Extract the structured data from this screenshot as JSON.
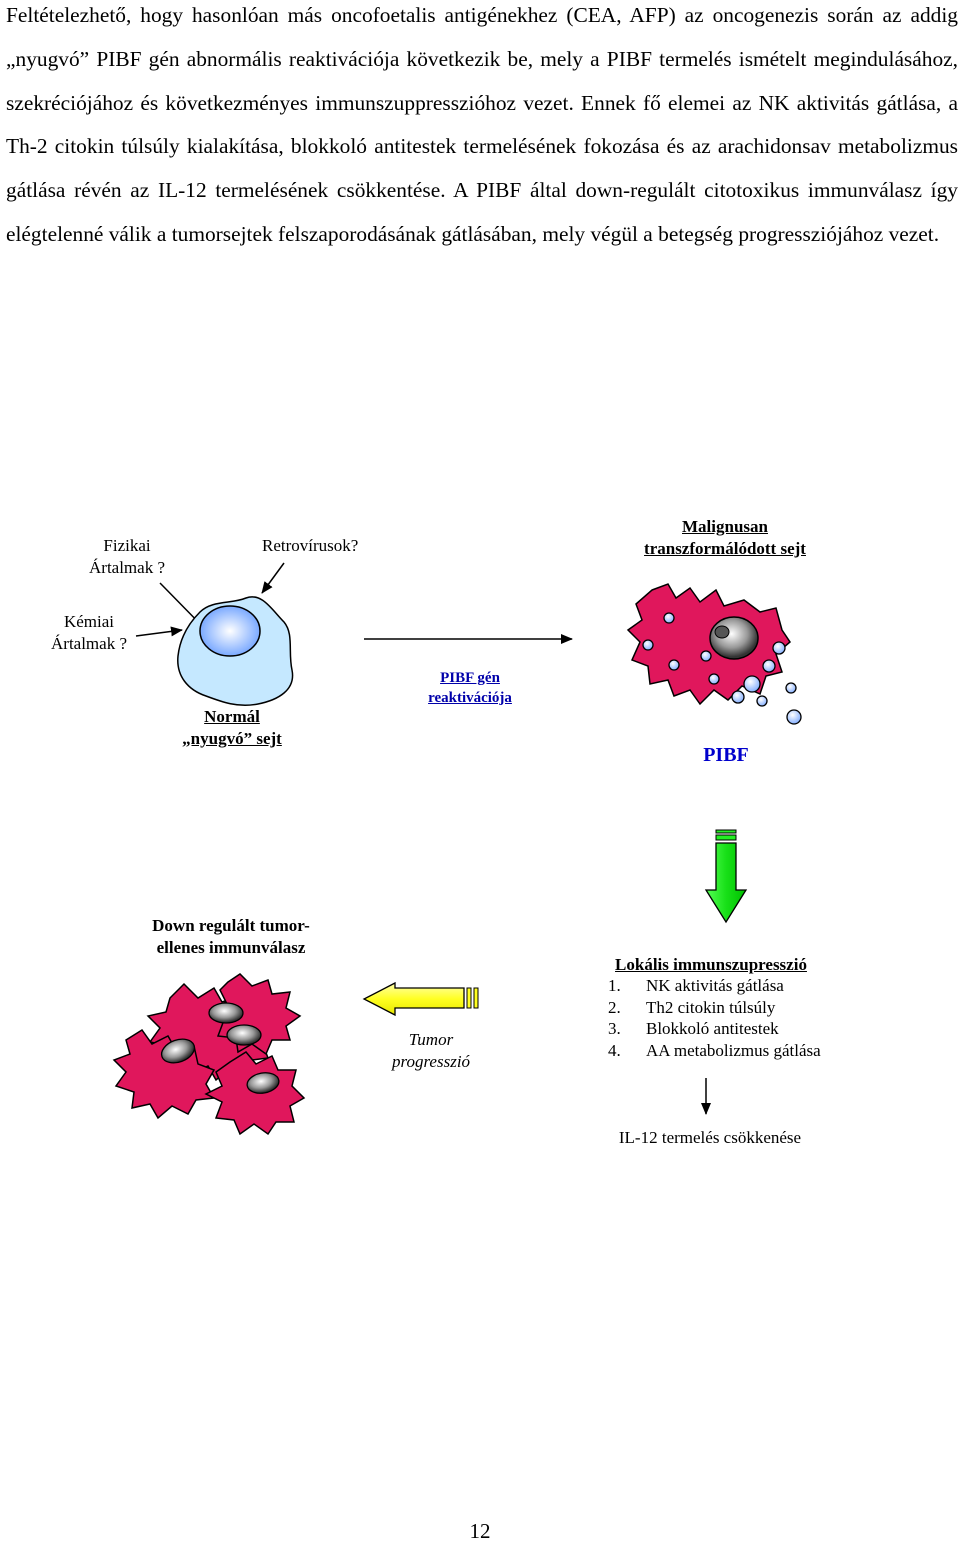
{
  "paragraph": "Feltételezhető, hogy hasonlóan más oncofoetalis antigénekhez (CEA, AFP) az oncogenezis során az addig „nyugvó” PIBF gén abnormális reaktivációja következik be, mely a PIBF termelés ismételt megindulásához, szekréciójához és következményes immunszuppresszióhoz vezet. Ennek fő elemei az NK aktivitás gátlása, a Th-2 citokin túlsúly kialakítása, blokkoló antitestek termelésének fokozása és az arachidonsav metabolizmus gátlása révén az IL-12 termelésének csökkentése. A PIBF által down-regulált citotoxikus immunválasz így elégtelenné válik a tumorsejtek felszaporodásának gátlásában, mely végül a betegség progressziójához vezet.",
  "diagram": {
    "physical_label": [
      "Fizikai",
      "Ártalmak ?"
    ],
    "retrovirus_label": "Retrovírusok?",
    "chemical_label": [
      "Kémiai",
      "Ártalmak ?"
    ],
    "normal_cell_label": [
      "Normál",
      "„nyugvó” sejt"
    ],
    "reactivation_label": [
      "PIBF gén",
      "reaktivációja"
    ],
    "malignant_label": [
      "Malignusan",
      "transzformálódott sejt"
    ],
    "pibf_label": "PIBF",
    "downreg_label": [
      "Down regulált tumor-",
      "ellenes immunválasz"
    ],
    "tumor_progression_label": [
      "Tumor",
      "progresszió"
    ],
    "local_label": "Lokális immunszupresszió",
    "local_items": [
      {
        "num": "1.",
        "text": "NK aktivitás gátlása"
      },
      {
        "num": "2.",
        "text": "Th2 citokin túlsúly"
      },
      {
        "num": "3.",
        "text": "Blokkoló antitestek"
      },
      {
        "num": "4.",
        "text": "AA metabolizmus gátlása"
      }
    ],
    "il12_label": "IL-12 termelés csökkenése",
    "colors": {
      "normal_cell": "#c5e8ff",
      "nucleus": "#7aa9ff",
      "tumor_cell": "#e0175c",
      "pibf_dot": "#a8c8ff",
      "green_arrow": "#22ee22",
      "yellow_arrow": "#ffff22"
    }
  },
  "page_number": "12"
}
